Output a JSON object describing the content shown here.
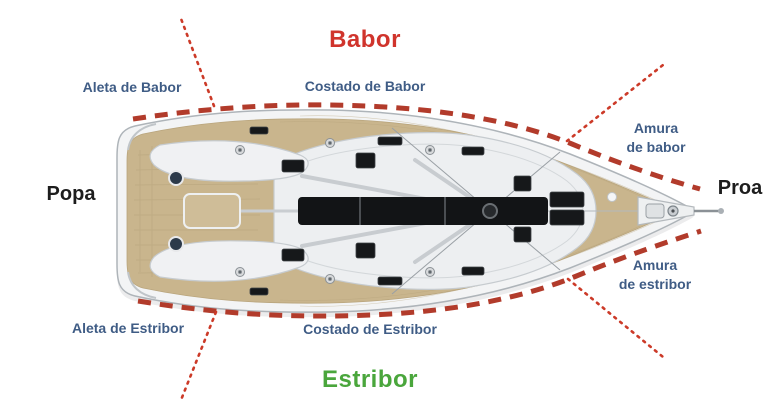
{
  "diagram": {
    "type": "labeled-boat-diagram",
    "language": "es",
    "titles": {
      "top": "Babor",
      "bottom": "Estribor"
    },
    "ends": {
      "left": "Popa",
      "right": "Proa"
    },
    "sections": {
      "port_quarter": "Aleta de Babor",
      "port_side": "Costado de Babor",
      "port_bow_line1": "Amura",
      "port_bow_line2": "de babor",
      "starboard_quarter": "Aleta de Estribor",
      "starboard_side": "Costado de Estribor",
      "starboard_bow_line1": "Amura",
      "starboard_bow_line2": "de estribor"
    },
    "colors": {
      "port_title": "#d0342c",
      "starboard_title": "#4aa63c",
      "section_labels": "#3f5c85",
      "end_labels": "#1d1d1d",
      "dashed_outline": "#b23b2b",
      "dotted_dividers": "#cc3a28",
      "teak_deck": "#c9b58d",
      "hull": "#f3f4f5",
      "coachroof": "#edeff1",
      "boom": "#121416"
    }
  }
}
